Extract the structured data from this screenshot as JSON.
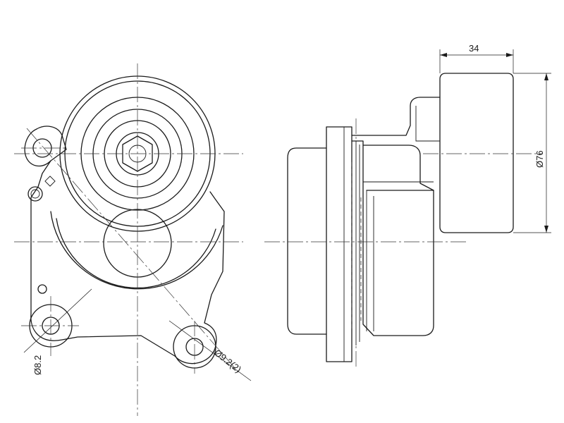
{
  "dimensions": {
    "width_label": "34",
    "diameter_label": "Ø76",
    "bolt_hole_left_label": "Ø8.2",
    "bolt_hole_right_label": "Ø9.2(2)"
  },
  "colors": {
    "line": "#1a1a1a",
    "background": "#ffffff"
  }
}
